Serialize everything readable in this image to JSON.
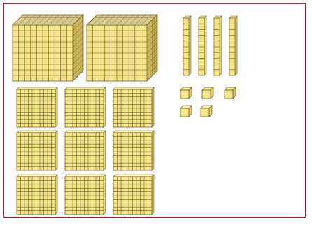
{
  "blocks": {
    "thousands": 2,
    "hundreds": 9,
    "tens": 4,
    "ones": 5
  },
  "colors": {
    "fill": "#f6e48a",
    "fill_top": "#fbeea8",
    "fill_side": "#e8cf62",
    "grid": "#6b5e2a",
    "frame": "#8b2a2a"
  }
}
